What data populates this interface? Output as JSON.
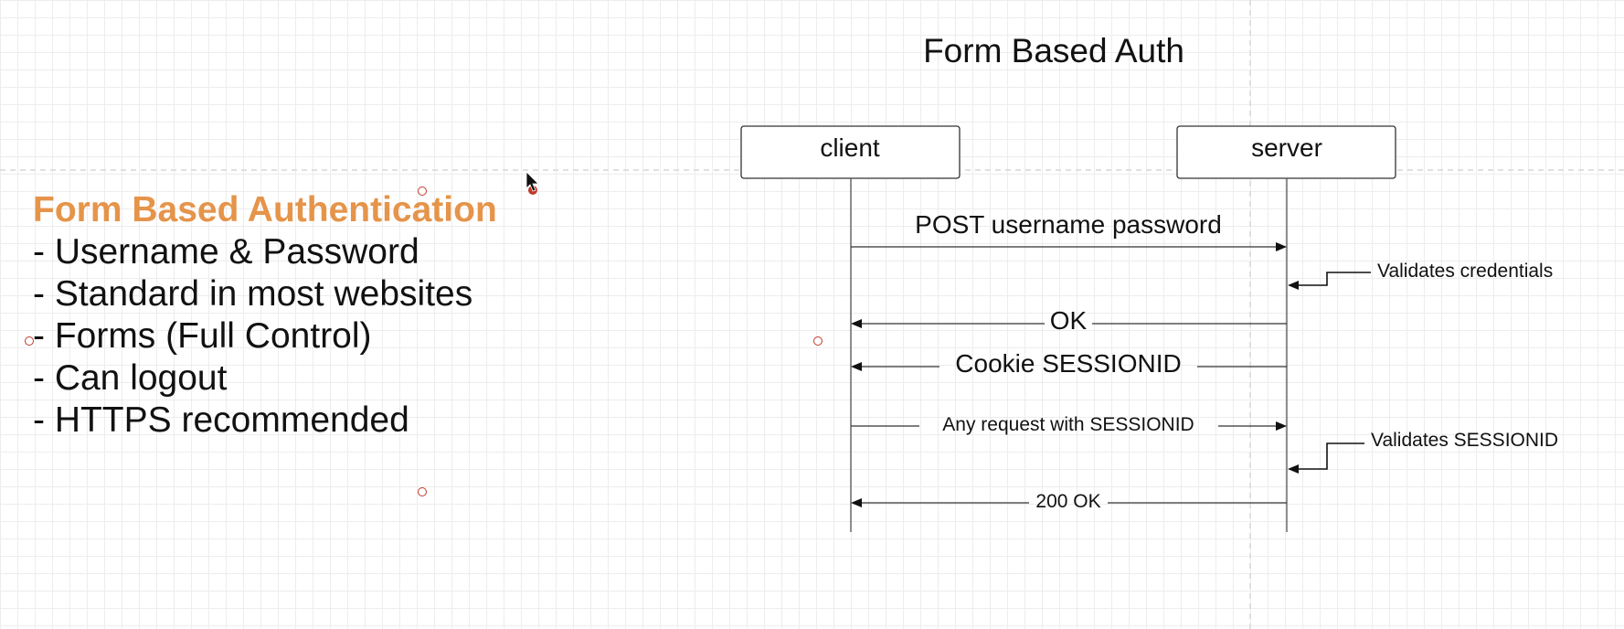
{
  "diagram": {
    "title": "Form Based Auth",
    "participants": [
      {
        "name": "client"
      },
      {
        "name": "server"
      }
    ],
    "messages": [
      {
        "from": "client",
        "to": "server",
        "label": "POST username password"
      },
      {
        "from": "server",
        "to": "server",
        "label": "Validates credentials"
      },
      {
        "from": "server",
        "to": "client",
        "label": "OK"
      },
      {
        "from": "server",
        "to": "client",
        "label": "Cookie SESSIONID"
      },
      {
        "from": "client",
        "to": "server",
        "label": "Any request with SESSIONID"
      },
      {
        "from": "server",
        "to": "server",
        "label": "Validates SESSIONID"
      },
      {
        "from": "server",
        "to": "client",
        "label": "200 OK"
      }
    ]
  },
  "notes": {
    "heading": "Form Based Authentication",
    "items": [
      "- Username & Password",
      "- Standard in most websites",
      "- Forms (Full Control)",
      "- Can logout",
      "- HTTPS recommended"
    ]
  },
  "colors": {
    "heading": "#e5944a",
    "lines": "#333333",
    "guides": "#e3e3e3",
    "anchor": "#c0392b"
  }
}
